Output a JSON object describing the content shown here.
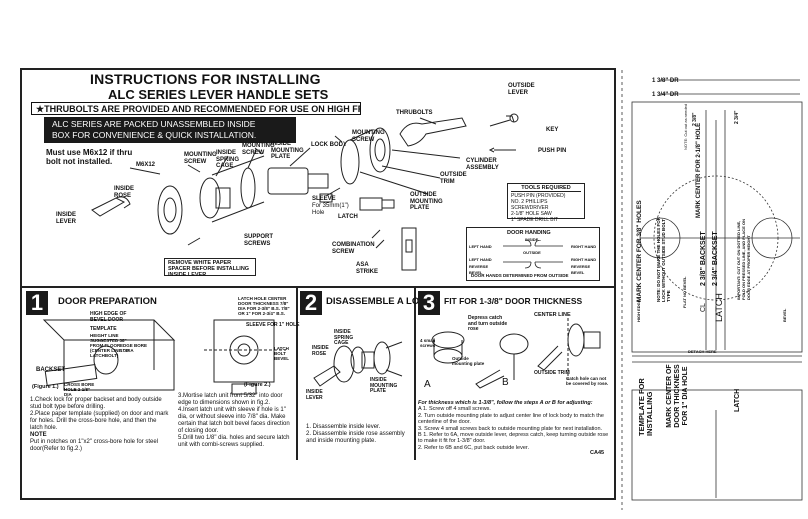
{
  "header": {
    "title_line1": "INSTRUCTIONS FOR INSTALLING",
    "title_line2": "ALC SERIES LEVER HANDLE SETS",
    "thrubolts_note": "★THRUBOLTS ARE PROVIDED AND RECOMMENDED FOR USE ON HIGH FREQUENCY DOORS.",
    "packed_note_line1": "ALC SERIES ARE PACKED UNASSEMBLED INSIDE",
    "packed_note_line2": "BOX FOR CONVENIENCE & QUICK INSTALLATION."
  },
  "exploded": {
    "m6_note_line1": "Must use M6x12 if thru",
    "m6_note_line2": "bolt not installed.",
    "labels": {
      "m6x12": "M6X12",
      "mounting_screw": "MOUNTING SCREW",
      "inside_spring_cage": "INSIDE SPRING CAGE",
      "mounting_screw2": "MOUNTING SCREW",
      "inside_mounting_plate": "INSIDE MOUNTING PLATE",
      "lock_body": "LOCK BODY",
      "mounting_screw3": "MOUNTING SCREW",
      "thrubolts": "THRUBOLTS",
      "outside_lever": "OUTSIDE LEVER",
      "key": "KEY",
      "push_pin": "PUSH PIN",
      "cylinder_assembly": "CYLINDER ASSEMBLY",
      "outside_trim": "OUTSIDE TRIM",
      "outside_mounting_plate": "OUTSIDE MOUNTING PLATE",
      "inside_rose": "INSIDE ROSE",
      "inside_lever": "INSIDE LEVER",
      "sleeve": "SLEEVE",
      "sleeve_note": "For 35mm(1\") Hole",
      "latch": "LATCH",
      "support_screws": "SUPPORT SCREWS",
      "combination_screw": "COMBINATION SCREW",
      "asa_strike": "ASA STRIKE"
    },
    "remove_note": "REMOVE WHITE PAPER SPACER BEFORE INSTALLING INSIDE LEVER",
    "tools": {
      "title": "TOOLS REQUIRED",
      "items": [
        "PUSH PIN (PROVIDED)",
        "NO. 2 PHILLIPS SCREWDRIVER",
        "2-1/8\" HOLE SAW",
        "1\" SPADE DRILL BIT"
      ]
    },
    "handing": {
      "title": "DOOR HANDING",
      "inside": "INSIDE",
      "outside": "OUTSIDE",
      "left_hand": "LEFT HAND",
      "right_hand": "RIGHT HAND",
      "left_hand_reverse": "LEFT HAND REVERSE BEVEL",
      "right_hand_reverse": "RIGHT HAND REVERSE BEVEL",
      "footer": "DOOR HANDS DETERMINED FROM OUTSIDE"
    }
  },
  "steps": [
    {
      "num": "1",
      "title": "DOOR PREPARATION",
      "labels": {
        "high_edge": "HIGH EDGE OF BEVEL DOOR",
        "template": "TEMPLATE",
        "height_line": "HEIGHT LINE SUGGESTED 38\" FROM FLOOR (CENTER LINE OF LATCHBOLT)",
        "backset": "BACKSET",
        "cross_bore": "CROSS BORE HOLE 2-1/8\" DIA",
        "edge_bore": "EDGE BORE 1\" DIA",
        "latch_note": "LATCH HOLE CENTER DOOR THICKNESS 7/8\" DIA FOR 2-3/8\" B.S. 7/8\" OR 1\" FOR 2-3/4\" B.S.",
        "sleeve_hole": "SLEEVE FOR 1\" HOLE",
        "latch_bolt_bevel": "LATCH BOLT BEVEL",
        "figure1": "(Figure 1.)",
        "figure2": "(Figure 2.)"
      },
      "instructions_left": [
        "1.Check lock for proper backset and body outside stud bolt type before drilling.",
        "2.Place paper template (supplied) on door and mark for holes. Drill the cross-bore hole, and then the latch hole.",
        "NOTE",
        "Put in notches on 1\"x2\" cross-bore hole for steel door(Refer to fig.2.)"
      ],
      "instructions_right": [
        "3.Mortise latch unit front 5/32\" into door edge to dimensions shown in fig.2.",
        "4.Insert latch unit with sleeve if hole is 1\" dia, or without sleeve into 7/8\" dia. Make certain that latch bolt bevel faces direction of closing door.",
        "5.Drill two 1/8\" dia. holes and secure latch unit with combi-screws supplied."
      ]
    },
    {
      "num": "2",
      "title": "DISASSEMBLE A LOCK",
      "labels": {
        "inside_spring_cage": "INSIDE SPRING CAGE",
        "inside_rose": "INSIDE ROSE",
        "inside_lever": "INSIDE LEVER",
        "inside_mounting_plate": "INSIDE MOUNTING PLATE"
      },
      "instructions": [
        "1. Disassemble inside lever.",
        "2. Disassemble inside rose assembly and inside mounting plate."
      ]
    },
    {
      "num": "3",
      "title": "FIT FOR 1-3/8\" DOOR THICKNESS",
      "labels": {
        "depress_catch": "Depress catch and turn outside rose",
        "center_line": "CENTER LINE",
        "screws": "4 small screws",
        "outside_mounting_plate": "Outside mounting plate",
        "outside_trim": "OUTSIDE TRIM",
        "catch_hole": "Catch hole can not be covered by rose.",
        "a": "A",
        "b": "B"
      },
      "instructions": [
        "For thickness which is 1-3/8\", follow the steps A or B for adjusting:",
        "A  1. Screw off 4 small screws.",
        "   2. Turn outside mounting plate to adjust center line of lock body to match the centerline of the door.",
        "   3. Screw 4 small screws back to outside mounting plate for next installation.",
        "B  1. Refer to 6A, move outside lever, depress catch, keep turning outside rose to make it fit for 1-3/8\" door.",
        "   2. Refer to 6B and 6C, put back outside lever."
      ]
    }
  ],
  "footer_code": "CA45",
  "template": {
    "dr_top": "1 3/8\" DR",
    "dr_bottom": "1 3/4\" DR",
    "dim_238": "2 3/8\"",
    "dim_234": "2 3/4\"",
    "note_top": "NOTE: Cut out as needed",
    "mark_center": "MARK CENTER FOR 2-1/8\" HOLE",
    "backset_238": "2 3/8\" BACKSET",
    "backset_234": "2 3/4\" BACKSET",
    "latch": "LATCH",
    "cl": "CL",
    "mark_center_3_8": "MARK CENTER FOR 3/8\" HOLES",
    "note_small": "NOTE: DO NOT MAKE THE HOLES FOR LOCK WITHOUT OUTSIDE STUD BOLT TYPE",
    "important": "IMPORTANT: CUT OUT ON DOTTED LINE, FOLD ON PRESSED LINE, AND PLACE ON DOOR EDGE AT PROPER HEIGHT",
    "flat_no_bevel": "FLAT NO BEVEL",
    "high_edge": "HIGH EDGE",
    "bevel": "BEVEL",
    "detach_here": "DETACH HERE",
    "latch_template_title": "TEMPLATE FOR INSTALLING",
    "latch_template_text": "MARK CENTER OF DOOR THICKNESS FOR 1\" DIA HOLE",
    "latch_template_latch": "LATCH"
  }
}
